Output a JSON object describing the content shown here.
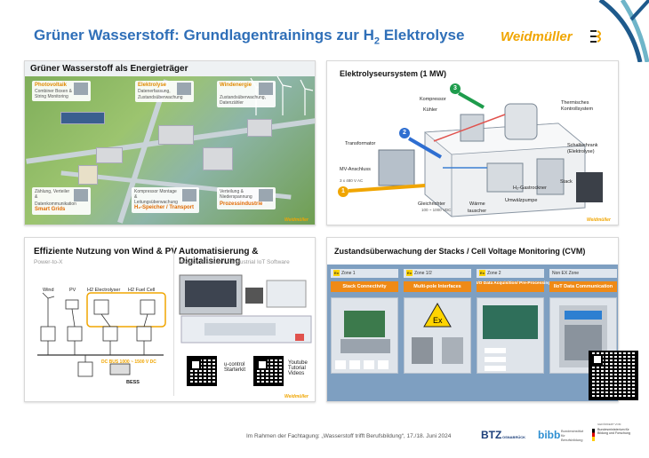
{
  "header": {
    "title_main": "Grüner Wasserstoff: Grundlagentrainings zur H",
    "title_sub": "2",
    "title_end": " Elektrolyse",
    "logo": "Weidmüller"
  },
  "panel_energy": {
    "title": "Grüner Wasserstoff als Energieträger",
    "callouts": [
      {
        "title": "Photovoltaik",
        "text": "Combiner Boxen & String Monitoring"
      },
      {
        "title": "Elektrolyse",
        "text": "Datenerfassung, Zustandsüberwachung"
      },
      {
        "title": "Windenergie",
        "text": "Zustandsüberwachung, Datenzähler"
      },
      {
        "title": "Smart Grids",
        "text": "Zählung, Verteiler & Datenkommunikation"
      },
      {
        "title": "H₂-Speicher / Transport",
        "text": "Kompressor Montage & Leitungsüberwachung"
      },
      {
        "title": "Prozessindustrie",
        "text": "Verteilung & Niederspannung"
      }
    ],
    "footer_logo": "Weidmüller"
  },
  "panel_electrolysis": {
    "title": "Elektrolyseursystem  (1 MW)",
    "labels": {
      "kompressor": "Kompressor",
      "kuehler": "Kühler",
      "thermisches": "Thermisches",
      "kontrollsystem": "Kontrollsystem",
      "transformator": "Transformator",
      "schaltschrank": "Schaltschrank",
      "elektrolyse": "(Elektrolyse)",
      "mv_anschluss": "MV-Anschluss",
      "voltage_in": "3 x 480 V AC",
      "h2_gastrockner": "H₂-Gastrockner",
      "stack": "Stack",
      "umwaelzpumpe": "Umwälzpumpe",
      "gleichrichter": "Gleichrichter",
      "gleichrichter_v": "100 ~ 1000 VDC",
      "waerme": "Wärme",
      "tauscher": "tauscher"
    },
    "markers": [
      "1",
      "2",
      "3"
    ],
    "footer_logo": "Weidmüller"
  },
  "panel_wind": {
    "title1": "Effiziente Nutzung von Wind & PV",
    "subtitle1": "Power-to-X",
    "title2": "Automatisierung & Digitalisierung",
    "subtitle2": "Messen & steuern + Industrial IoT Software",
    "diagram": {
      "wind": "Wind",
      "pv": "PV",
      "electrolyser": "H2 Electrolyser",
      "fuel_cell": "H2 Fuel Cell",
      "dc_bus": "DC BUS 1000 ~ 1500 V DC",
      "bess": "BESS"
    },
    "qr1_label": "u-control Starterkit",
    "qr2_label": "Youtube Tutorial Videos",
    "footer_logo": "Weidmüller"
  },
  "panel_cvm": {
    "title": "Zustandsüberwachung  der Stacks /  Cell Voltage Monitoring (CVM)",
    "zones": [
      "Zone 1",
      "Zone 1/2",
      "Zone 2",
      "Non EX Zone"
    ],
    "categories": [
      "Stack Connectivity",
      "Multi-pole Interfaces",
      "I/O Data Acquisition/ Pre-Processing",
      "IIoT Data Communication"
    ]
  },
  "footer": {
    "event": "Im Rahmen der Fachtagung: „Wasserstoff trifft Berufsbildung“, 17./18. Juni 2024",
    "btz": "BTZ",
    "btz_sub": "OSNABRÜCK",
    "bibb": "bibb",
    "bibb_sub": "Bundesinstitut für Berufsbildung",
    "bmbf_top": "GEFÖRDERT VOM",
    "bmbf": "Bundesministerium für Bildung und Forschung"
  },
  "colors": {
    "title_blue": "#2f6fb8",
    "weidmueller_orange": "#f0a500",
    "cvm_orange": "#ef8a16",
    "cvm_blue": "#7e9fc1"
  }
}
